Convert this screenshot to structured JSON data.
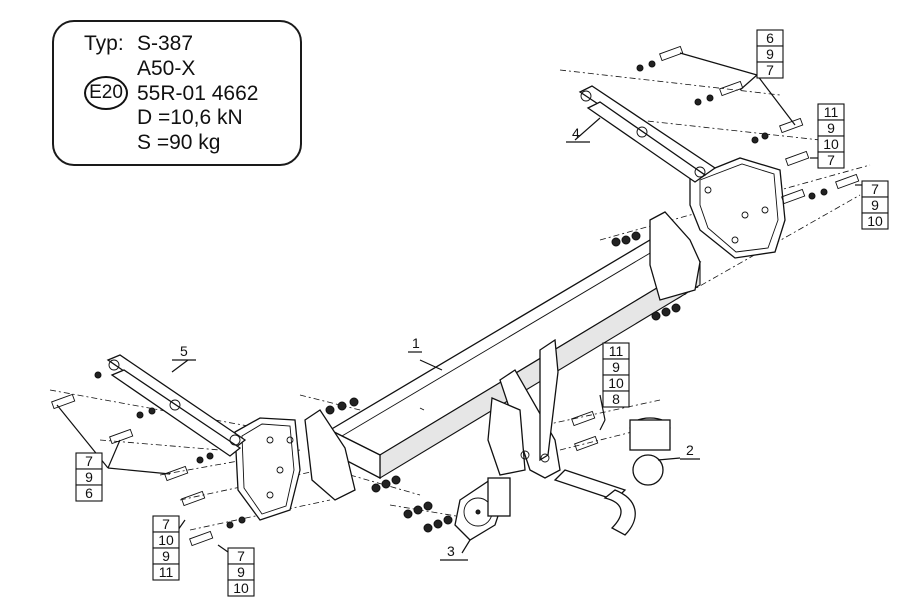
{
  "spec": {
    "typ_label": "Typ:",
    "typ_value": "S-387",
    "model": "A50-X",
    "approval_mark": "E20",
    "approval_number": "55R-01 4662",
    "d_value": "D =10,6 kN",
    "s_value": "S =90 kg"
  },
  "callouts": {
    "part_1": "1",
    "part_2": "2",
    "part_3": "3",
    "part_4": "4",
    "part_5": "5"
  },
  "stacks": {
    "top_center": [
      "6",
      "9",
      "7"
    ],
    "right_upper": [
      "11",
      "9",
      "10",
      "7"
    ],
    "right_lower": [
      "7",
      "9",
      "10"
    ],
    "center": [
      "11",
      "9",
      "10",
      "8"
    ],
    "left_upper": [
      "7",
      "9",
      "6"
    ],
    "left_middle": [
      "7",
      "10",
      "9",
      "11"
    ],
    "left_lower": [
      "7",
      "9",
      "10"
    ]
  }
}
